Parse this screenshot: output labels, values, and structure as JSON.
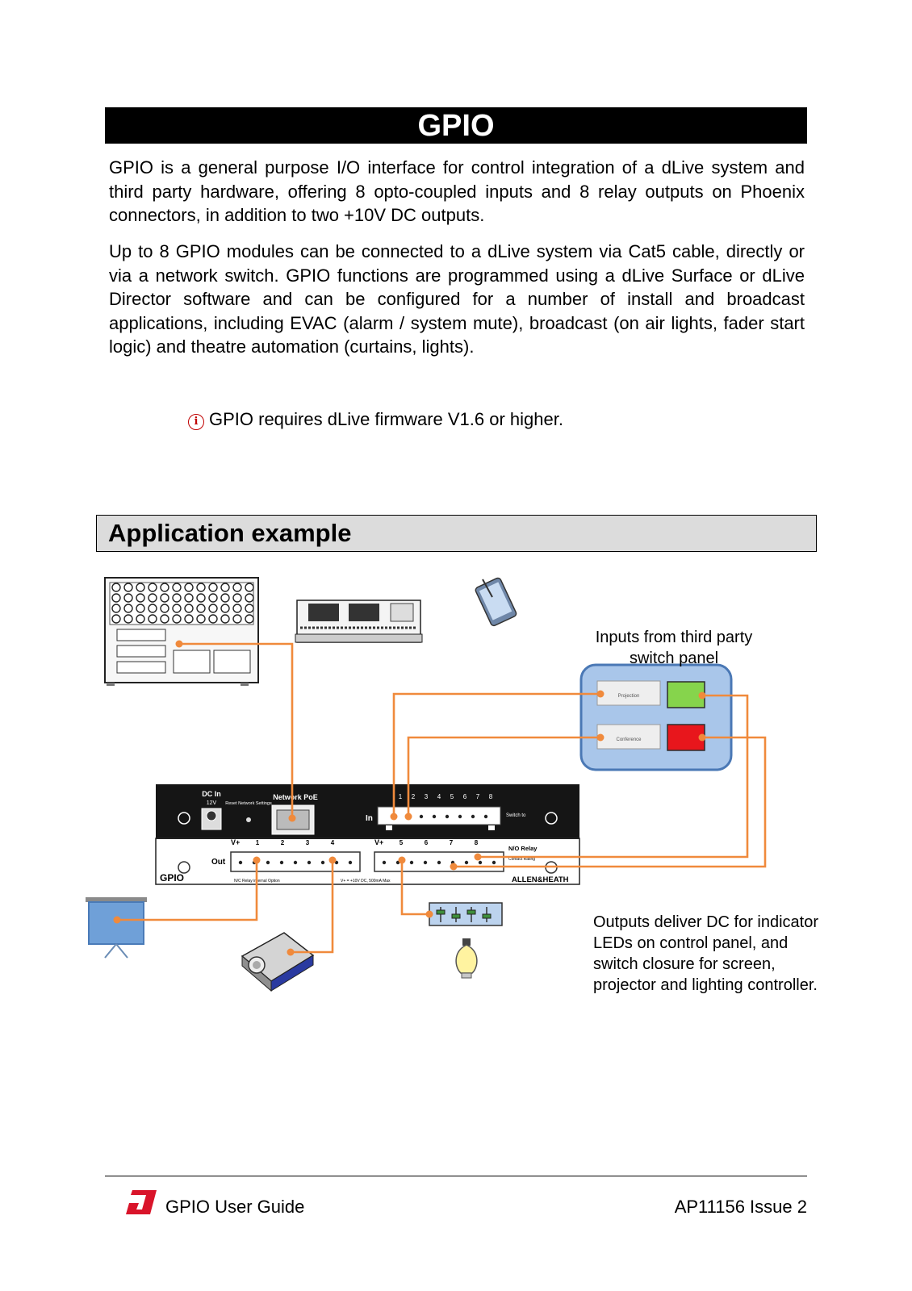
{
  "title": "GPIO",
  "paragraphs": [
    "GPIO is a general purpose I/O interface for control integration of a dLive system and third party hardware, offering 8 opto-coupled inputs and 8 relay outputs on Phoenix connectors, in addition to two +10V DC outputs.",
    "Up to 8 GPIO modules can be connected to a dLive system via Cat5 cable, directly or via a network switch. GPIO functions are programmed using a dLive Surface or dLive Director software and can be configured for a number of install and broadcast applications, including EVAC (alarm / system mute), broadcast (on air lights, fader start logic) and theatre automation (curtains, lights)."
  ],
  "note": {
    "icon": "info-icon",
    "text": "GPIO requires dLive firmware V1.6 or higher."
  },
  "section_title": "Application example",
  "diagram": {
    "inputs_caption": "Inputs from third party switch panel",
    "outputs_caption": "Outputs deliver DC for indicator LEDs on control panel, and switch closure for screen, projector and lighting controller.",
    "panel_labels": [
      "Projection",
      "Conference"
    ],
    "device": {
      "dc_in": "DC In",
      "dc_rating": "12V",
      "reset_label": "Reset Network Settings",
      "network_label": "Network PoE",
      "in_label": "In",
      "switch_label": "Switch to",
      "out_label": "Out",
      "v_plus": "V+",
      "relay_label": "N/O Relay",
      "contact_rating": "Contact Rating",
      "nc_option": "N/C Relay internal Option",
      "dc_out_rating": "V+ = +10V DC, 500mA Max",
      "model": "GPIO",
      "brand": "ALLEN&HEATH",
      "in_numbers": [
        "1",
        "2",
        "3",
        "4",
        "5",
        "6",
        "7",
        "8"
      ],
      "out_numbers_left": [
        "1",
        "2",
        "3",
        "4"
      ],
      "out_numbers_right": [
        "5",
        "6",
        "7",
        "8"
      ]
    },
    "colors": {
      "cable": "#f08a3c",
      "panel_fill": "#a9c6ea",
      "panel_stroke": "#4a78b5",
      "green_button": "#86d44c",
      "red_button": "#e8161c"
    }
  },
  "footer": {
    "logo": "dlive-logo-icon",
    "left": "GPIO User Guide",
    "right": "AP11156 Issue 2"
  }
}
